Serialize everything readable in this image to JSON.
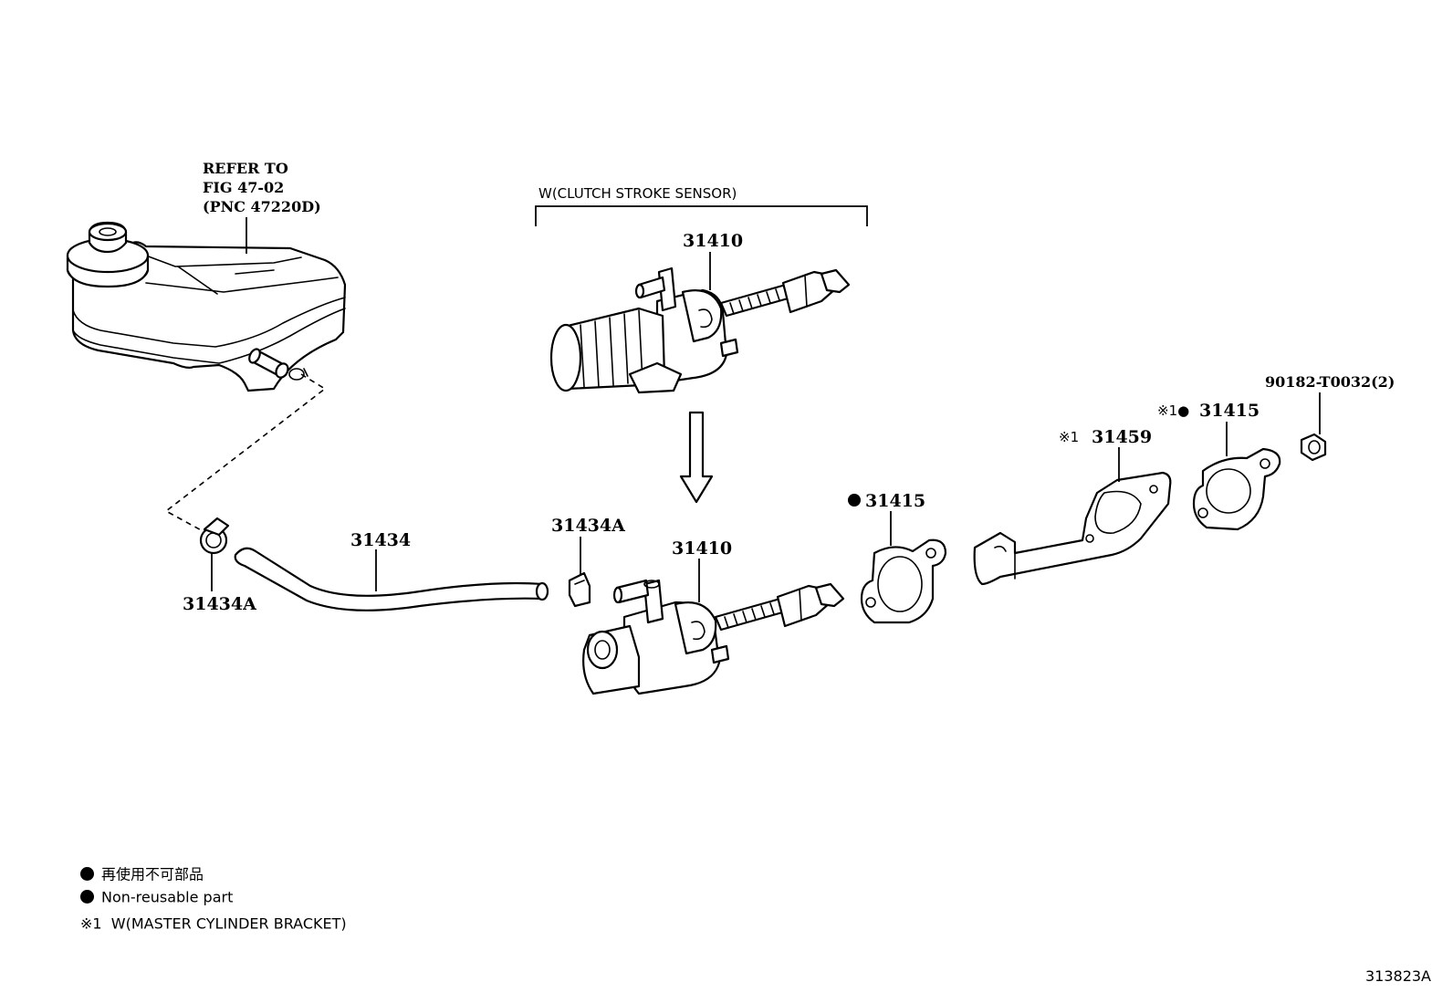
{
  "labels": {
    "refer_line1": "REFER TO",
    "refer_line2": "FIG 47-02",
    "refer_line3": "(PNC 47220D)",
    "clutch_stroke_group": "W(CLUTCH STROKE SENSOR)",
    "master_cyl_top": "31410",
    "master_cyl_bottom": "31410",
    "hose": "31434",
    "clip_right": "31434A",
    "clip_left": "31434A",
    "gasket_mid_mark": "●",
    "gasket_mid": "31415",
    "bracket_mark": "※1",
    "bracket": "31459",
    "gasket_right_mark": "※1●",
    "gasket_right": "31415",
    "nut": "90182-T0032(2)"
  },
  "legend": {
    "item1": "再使用不可部品",
    "item2": "Non-reusable part",
    "item3_mark": "※1",
    "item3": "W(MASTER CYLINDER BRACKET)"
  },
  "diagram_id": "313823A"
}
